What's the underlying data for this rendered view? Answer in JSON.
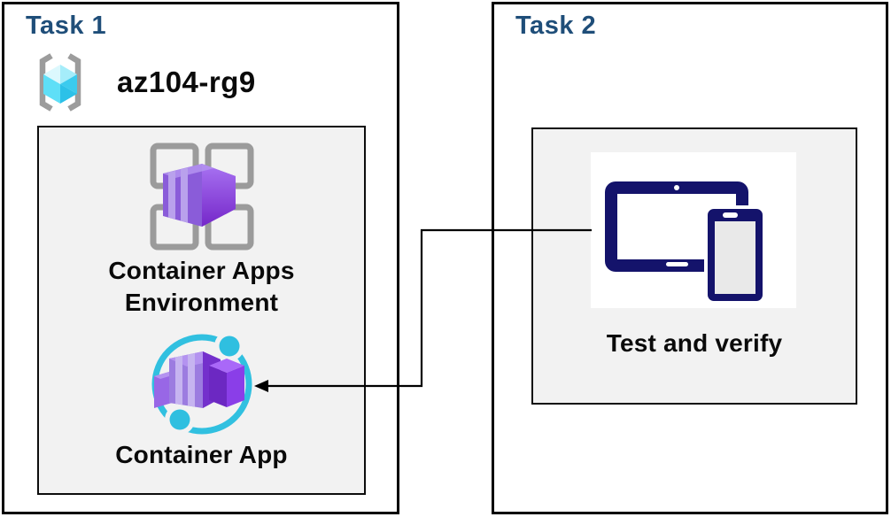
{
  "task1": {
    "title": "Task 1",
    "resource_group_name": "az104-rg9",
    "environment_label": "Container Apps Environment",
    "container_app_label": "Container App"
  },
  "task2": {
    "title": "Task 2",
    "test_label": "Test and verify"
  },
  "arrow": {
    "from": "Test and verify devices",
    "to": "Container App",
    "style": "elbow, arrowhead pointing left at Container App"
  },
  "icons": {
    "resource_group": "resource-group-icon (cyan cube in gray brackets)",
    "environment": "container-apps-environment-icon (purple box over four gray panes)",
    "container_app": "container-app-icon (purple containers in cyan ring with two dots)",
    "devices": "devices-icon (navy tablet and phone)"
  },
  "colors": {
    "title_blue": "#1F4E79",
    "panel_border": "#000000",
    "inner_panel_fill": "#F2F2F2",
    "label_text": "#0A0A0A",
    "azure_cyan": "#32BEDD",
    "azure_purple": "#8A5CD9",
    "device_navy": "#14136B",
    "icon_gray": "#9B9B9B"
  }
}
